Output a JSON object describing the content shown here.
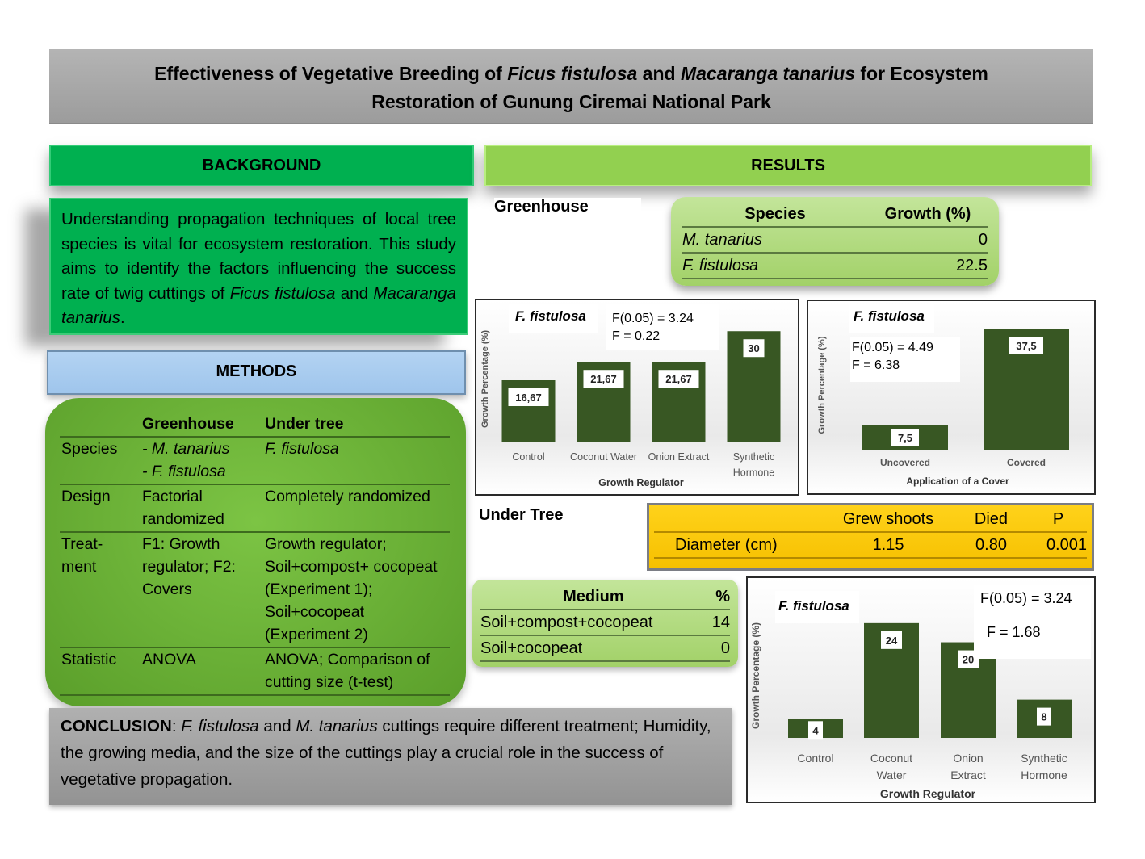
{
  "title": {
    "line1_parts": [
      "Effectiveness of Vegetative Breeding of ",
      "Ficus fistulosa",
      " and ",
      "Macaranga tanarius",
      " for Ecosystem"
    ],
    "line2": "Restoration of Gunung Ciremai National Park"
  },
  "background": {
    "header": "BACKGROUND",
    "text_parts": [
      "Understanding propagation techniques of local tree species is vital for ecosystem restoration. This study aims to identify the factors influencing the success rate of twig cuttings of ",
      "Ficus fistulosa",
      " and ",
      "Macaranga tanarius",
      "."
    ]
  },
  "methods": {
    "header": "METHODS",
    "columns": [
      "",
      "Greenhouse",
      "Under tree"
    ],
    "rows": [
      {
        "label": "Species",
        "greenhouse": "- M. tanarius\n- F. fistulosa",
        "under_tree": "F. fistulosa"
      },
      {
        "label": "Design",
        "greenhouse": "Factorial randomized",
        "under_tree": "Completely randomized"
      },
      {
        "label": "Treat- ment",
        "greenhouse": "F1: Growth regulator; F2: Covers",
        "under_tree": "Growth regulator; Soil+compost+ cocopeat (Experiment 1); Soil+cocopeat (Experiment 2)"
      },
      {
        "label": "Statistic",
        "greenhouse": "ANOVA",
        "under_tree": "ANOVA; Comparison of cutting size (t-test)"
      }
    ]
  },
  "conclusion": {
    "label": "CONCLUSION",
    "text_parts": [
      ": ",
      "F. fistulosa",
      " and ",
      "M. tanarius",
      " cuttings require different treatment; Humidity, the growing media, and the size of the cuttings play a crucial role in the success of vegetative propagation."
    ]
  },
  "results": {
    "header": "RESULTS",
    "greenhouse_label": "Greenhouse",
    "under_tree_label": "Under Tree",
    "greenhouse_table": {
      "columns": [
        "Species",
        "Growth (%)"
      ],
      "rows": [
        [
          "M. tanarius",
          "0"
        ],
        [
          "F. fistulosa",
          "22.5"
        ]
      ]
    },
    "under_tree_table": {
      "columns": [
        "",
        "Grew shoots",
        "Died",
        "P"
      ],
      "rows": [
        [
          "Diameter (cm)",
          "1.15",
          "0.80",
          "0.001"
        ]
      ]
    },
    "medium_table": {
      "columns": [
        "Medium",
        "%"
      ],
      "rows": [
        [
          "Soil+compost+cocopeat",
          "14"
        ],
        [
          "Soil+cocopeat",
          "0"
        ]
      ]
    }
  },
  "colors": {
    "bar": "#385723",
    "background_green": "#00b050",
    "results_green": "#92d050",
    "methods_blue": "#a6c9ee",
    "under_tree_yellow": "#ffc000"
  },
  "chart_data": [
    {
      "type": "bar",
      "title": "F. fistulosa",
      "annotation": [
        "F(0.05) = 3.24",
        "F = 0.22"
      ],
      "categories": [
        "Control",
        "Coconut Water",
        "Onion Extract",
        "Synthetic Hormone"
      ],
      "values": [
        16.67,
        21.67,
        21.67,
        30
      ],
      "value_labels": [
        "16,67",
        "21,67",
        "21,67",
        "30"
      ],
      "xlabel": "Growth Regulator",
      "ylabel": "Growth Percentage (%)",
      "ylim": [
        0,
        34
      ],
      "grid": false
    },
    {
      "type": "bar",
      "title": "F. fistulosa",
      "annotation": [
        "F(0.05) = 4.49",
        "F = 6.38"
      ],
      "categories": [
        "Uncovered",
        "Covered"
      ],
      "values": [
        7.5,
        37.5
      ],
      "value_labels": [
        "7,5",
        "37,5"
      ],
      "xlabel": "Application of a Cover",
      "ylabel": "Growth Percentage (%)",
      "ylim": [
        0,
        40
      ],
      "grid": false
    },
    {
      "type": "bar",
      "title": "F. fistulosa",
      "annotation": [
        "F(0.05) = 3.24",
        "F = 1.68"
      ],
      "categories": [
        "Control",
        "Coconut Water",
        "Onion Extract",
        "Synthetic Hormone"
      ],
      "values": [
        4,
        24,
        20,
        8
      ],
      "value_labels": [
        "4",
        "24",
        "20",
        "8"
      ],
      "xlabel": "Growth Regulator",
      "ylabel": "Growth Percentage (%)",
      "ylim": [
        0,
        26
      ],
      "grid": false
    }
  ]
}
